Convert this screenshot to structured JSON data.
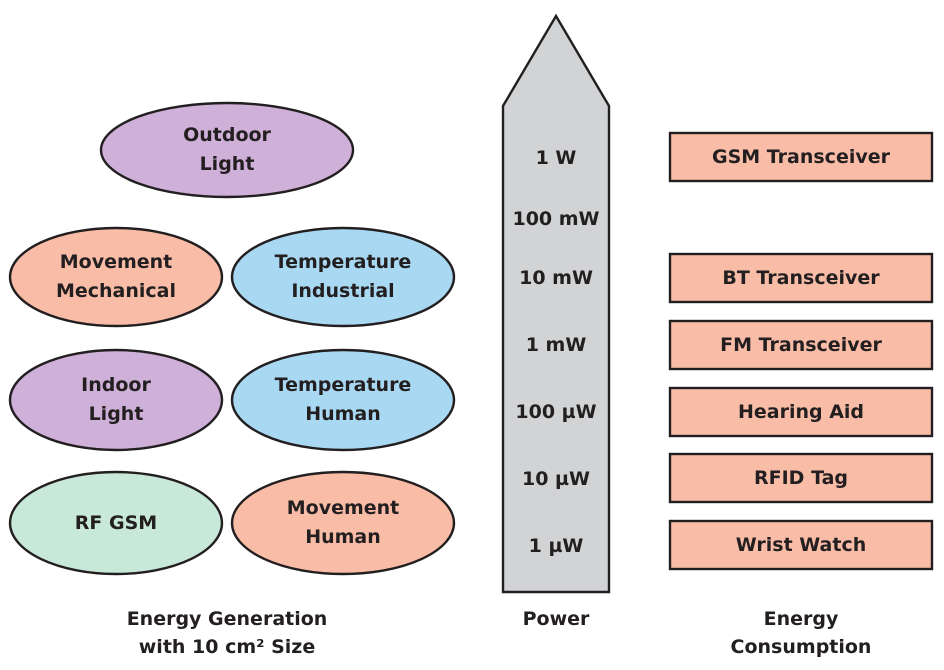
{
  "colors": {
    "purple": "#cfb0d9",
    "salmon": "#f9bda7",
    "blue": "#a9d9f2",
    "green": "#c8e8da",
    "arrow_gray": "#d1d3d4",
    "outline": "#231f20"
  },
  "generation": {
    "items": [
      {
        "line1": "Outdoor",
        "line2": "Light",
        "color": "#cfb0d9"
      },
      {
        "line1": "Movement",
        "line2": "Mechanical",
        "color": "#f9bda7"
      },
      {
        "line1": "Temperature",
        "line2": "Industrial",
        "color": "#a9d9f2"
      },
      {
        "line1": "Indoor",
        "line2": "Light",
        "color": "#cfb0d9"
      },
      {
        "line1": "Temperature",
        "line2": "Human",
        "color": "#a9d9f2"
      },
      {
        "line1": "RF GSM",
        "line2": "",
        "color": "#c8e8da"
      },
      {
        "line1": "Movement",
        "line2": "Human",
        "color": "#f9bda7"
      }
    ],
    "caption_line1": "Energy Generation",
    "caption_line2": "with 10 cm² Size"
  },
  "power": {
    "levels": [
      "1 W",
      "100 mW",
      "10 mW",
      "1 mW",
      "100 µW",
      "10 µW",
      "1 µW"
    ],
    "caption": "Power"
  },
  "consumption": {
    "items": [
      "GSM Transceiver",
      "BT Transceiver",
      "FM Transceiver",
      "Hearing Aid",
      "RFID Tag",
      "Wrist Watch"
    ],
    "color": "#f9bda7",
    "caption_line1": "Energy",
    "caption_line2": "Consumption"
  }
}
